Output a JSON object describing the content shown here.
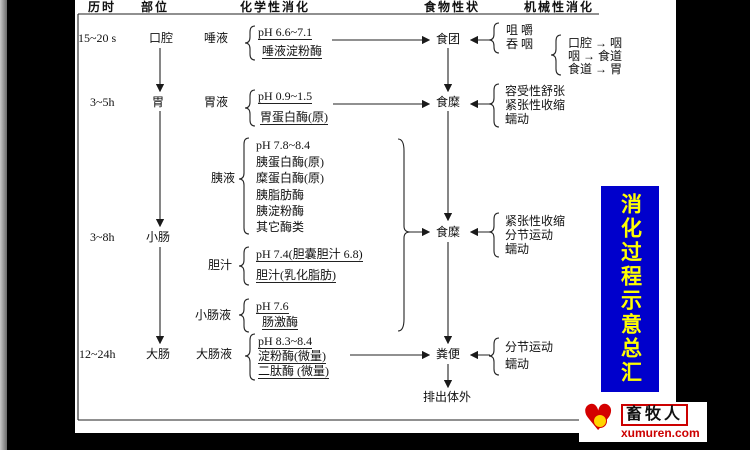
{
  "header": {
    "duration": "历时",
    "location": "部位",
    "chemical": "化学性消化",
    "food": "食物性状",
    "mechanical": "机械性消化"
  },
  "oral": {
    "duration": "15~20 s",
    "organ": "口腔",
    "secretion": "唾液",
    "chem1": "pH  6.6~7.1",
    "chem2": "唾液淀粉酶",
    "food": "食团",
    "mech1": "咀  嚼",
    "mech2": "吞  咽",
    "path1": "口腔 → 咽",
    "path2": "咽 → 食道",
    "path3": "食道 → 胃"
  },
  "stomach": {
    "duration": "3~5h",
    "organ": "胃",
    "secretion": "胃液",
    "chem1": "pH  0.9~1.5",
    "chem2": "胃蛋白酶(原)",
    "food": "食糜",
    "mech1": "容受性舒张",
    "mech2": "紧张性收缩",
    "mech3": "蠕动"
  },
  "si": {
    "duration": "3~8h",
    "organ": "小肠",
    "pancreatic": {
      "label": "胰液",
      "items": [
        "pH  7.8~8.4",
        "胰蛋白酶(原)",
        "糜蛋白酶(原)",
        "胰脂肪酶",
        "胰淀粉酶",
        "其它酶类"
      ]
    },
    "bile": {
      "label": "胆汁",
      "items": [
        "pH  7.4(胆囊胆汁 6.8)",
        "胆汁(乳化脂肪)"
      ]
    },
    "intestinal": {
      "label": "小肠液",
      "items": [
        "pH  7.6",
        "肠激酶"
      ]
    },
    "food": "食糜",
    "mech1": "紧张性收缩",
    "mech2": "分节运动",
    "mech3": "蠕动"
  },
  "li": {
    "duration": "12~24h",
    "organ": "大肠",
    "secretion": "大肠液",
    "chem1": "pH  8.3~8.4",
    "chem2": "淀粉酶(微量)",
    "chem3": "二肽酶 (微量)",
    "food": "粪便",
    "mech1": "分节运动",
    "mech2": "蠕动"
  },
  "excretion": "排出体外",
  "sidebar": {
    "title": "消化过程示意总汇"
  },
  "logo": {
    "brand": "畜牧人",
    "domain": "xumuren.com"
  },
  "colors": {
    "sidebar_bg": "#0000cc",
    "sidebar_text": "#ffff00",
    "logo_red": "#cc0000",
    "diagram_ink": "#111111"
  }
}
